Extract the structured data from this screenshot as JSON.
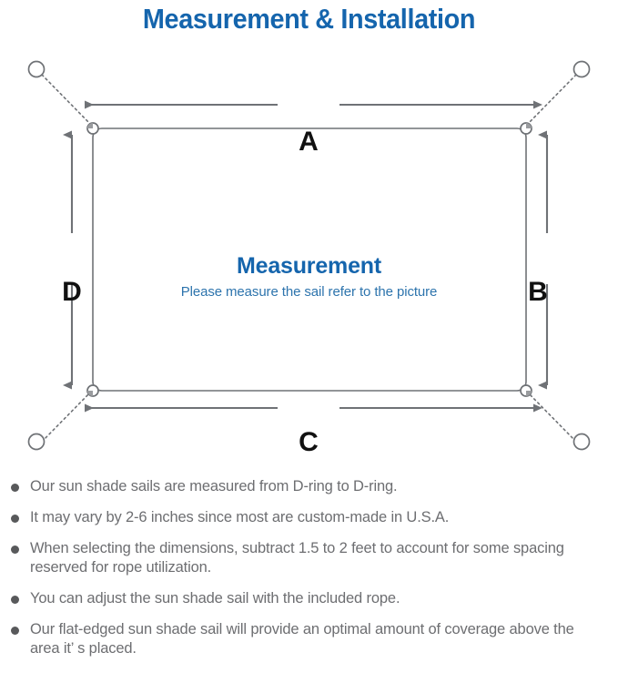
{
  "header": {
    "title": "Measurement & Installation",
    "title_color": "#1565ad"
  },
  "diagram": {
    "center_title": "Measurement",
    "center_subtitle": "Please measure the sail refer to the picture",
    "center_title_color": "#1565ad",
    "center_subtitle_color": "#2d74ad",
    "dimension_labels": {
      "top": "A",
      "right": "B",
      "bottom": "C",
      "left": "D"
    },
    "label_color": "#111111",
    "sail_outline_color": "#6f7276",
    "arrow_color": "#6f7276",
    "anchor_ring_color": "#6f7276",
    "rope_style": "dotted",
    "anchor_count": 4,
    "d_ring_count": 4
  },
  "notes": [
    "Our sun shade sails are measured from D-ring to D-ring.",
    "It may vary by 2-6 inches since most are custom-made in U.S.A.",
    "When selecting the dimensions, subtract 1.5 to 2 feet to account for some spacing reserved for rope utilization.",
    "You can adjust the sun shade sail with the included rope.",
    "Our flat-edged sun shade sail will provide an optimal amount of coverage above the area it’ s placed."
  ],
  "notes_style": {
    "bullet_color": "#58595b",
    "text_color": "#6d6e71"
  }
}
